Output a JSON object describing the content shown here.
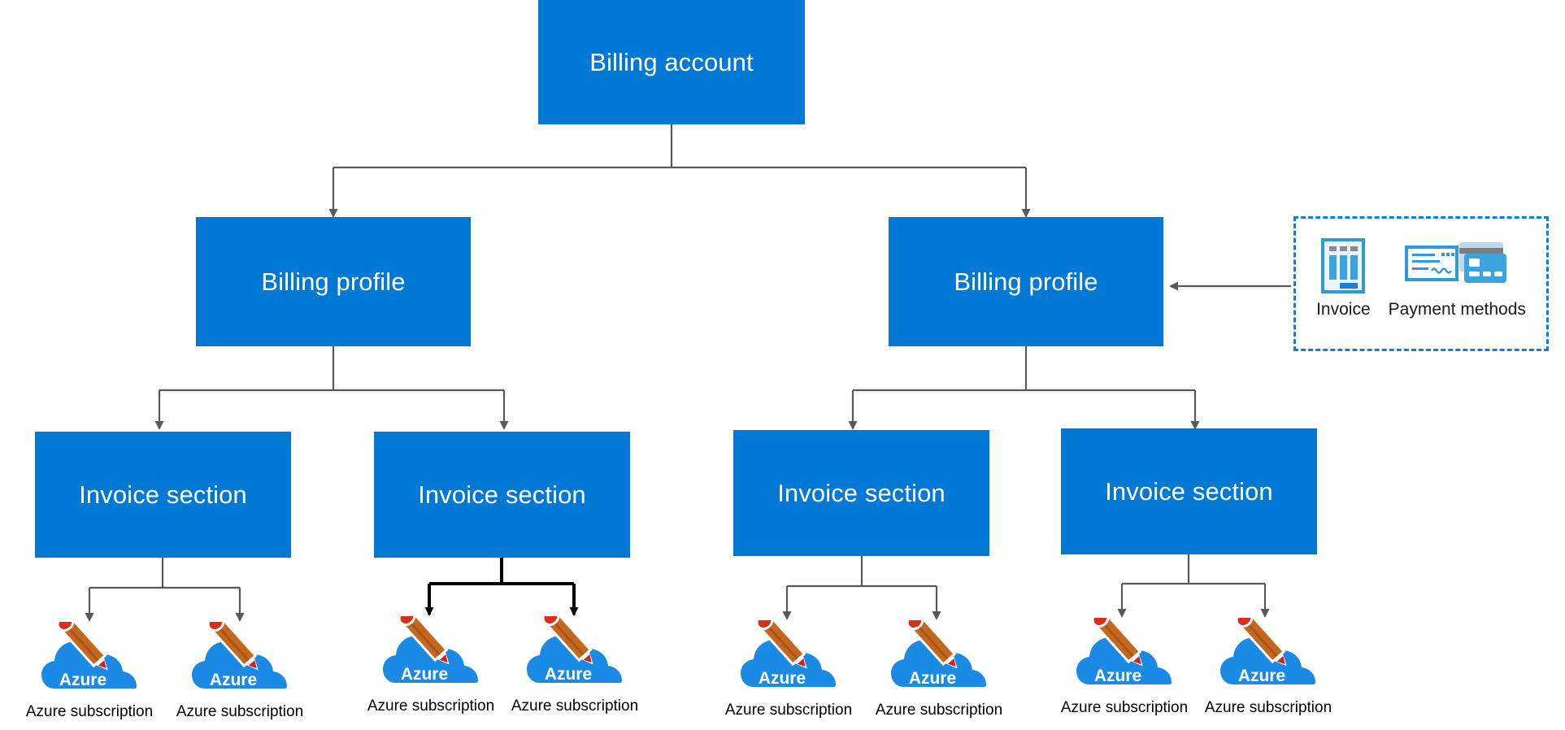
{
  "diagram": {
    "title_node": {
      "label": "Billing account"
    },
    "colors": {
      "node_fill": "#0078d4",
      "node_text": "#ffffff",
      "connector_gray": "#595959",
      "connector_black": "#000000",
      "legend_border": "#0f7ede",
      "azure_cloud": "#1a8ae5",
      "pencil_body": "#c5681f",
      "pencil_tip": "#d13a1a",
      "label_text": "#000000"
    },
    "levels": {
      "level1": [
        {
          "id": "billing-account",
          "label": "Billing account"
        }
      ],
      "level2": [
        {
          "id": "billing-profile-1",
          "label": "Billing profile"
        },
        {
          "id": "billing-profile-2",
          "label": "Billing profile"
        }
      ],
      "level3": [
        {
          "id": "invoice-section-1",
          "label": "Invoice section"
        },
        {
          "id": "invoice-section-2",
          "label": "Invoice section"
        },
        {
          "id": "invoice-section-3",
          "label": "Invoice section"
        },
        {
          "id": "invoice-section-4",
          "label": "Invoice section"
        }
      ],
      "level4": [
        {
          "id": "azure-subscription-1",
          "label": "Azure subscription",
          "icon": "azure-subscription-icon",
          "badge": "Azure"
        },
        {
          "id": "azure-subscription-2",
          "label": "Azure subscription",
          "icon": "azure-subscription-icon",
          "badge": "Azure"
        },
        {
          "id": "azure-subscription-3",
          "label": "Azure subscription",
          "icon": "azure-subscription-icon",
          "badge": "Azure"
        },
        {
          "id": "azure-subscription-4",
          "label": "Azure subscription",
          "icon": "azure-subscription-icon",
          "badge": "Azure"
        },
        {
          "id": "azure-subscription-5",
          "label": "Azure subscription",
          "icon": "azure-subscription-icon",
          "badge": "Azure"
        },
        {
          "id": "azure-subscription-6",
          "label": "Azure subscription",
          "icon": "azure-subscription-icon",
          "badge": "Azure"
        },
        {
          "id": "azure-subscription-7",
          "label": "Azure subscription",
          "icon": "azure-subscription-icon",
          "badge": "Azure"
        },
        {
          "id": "azure-subscription-8",
          "label": "Azure subscription",
          "icon": "azure-subscription-icon",
          "badge": "Azure"
        }
      ]
    },
    "legend": {
      "items": [
        {
          "id": "invoice",
          "label": "Invoice",
          "icon": "invoice-document-icon"
        },
        {
          "id": "payment-methods",
          "label": "Payment methods",
          "icon": "payment-methods-icon"
        }
      ]
    }
  }
}
